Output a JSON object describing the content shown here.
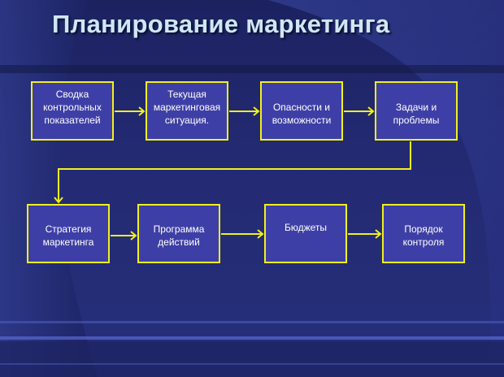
{
  "title": "Планирование маркетинга",
  "colors": {
    "box_fill": "#3e3fa6",
    "box_border": "#f2f01c",
    "title": "#cfe6f6",
    "background": "#232a72"
  },
  "steps": [
    {
      "label": "Сводка контрольных показателей"
    },
    {
      "label": "Текущая маркетинговая ситуация."
    },
    {
      "label": "Опасности и возможности"
    },
    {
      "label": "Задачи и проблемы"
    },
    {
      "label": "Стратегия маркетинга"
    },
    {
      "label": "Программа действий"
    },
    {
      "label": "Бюджеты"
    },
    {
      "label": "Порядок контроля"
    }
  ]
}
